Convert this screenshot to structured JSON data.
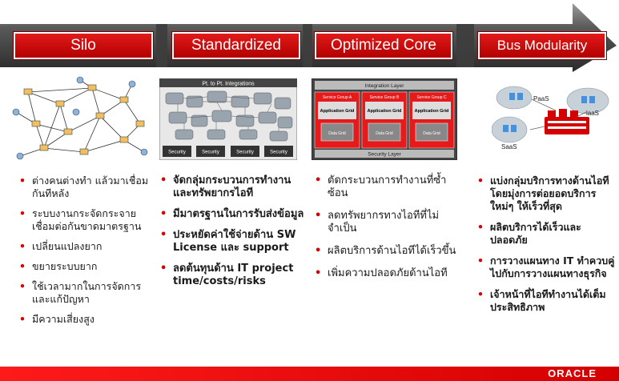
{
  "stages": [
    "Silo",
    "Standardized",
    "Optimized Core",
    "Bus Modularity"
  ],
  "illustrations": {
    "standardized": {
      "header": "Pt. to Pt. Integrations",
      "footer_labels": [
        "Security",
        "Security",
        "Security",
        "Security"
      ]
    },
    "optimized_core": {
      "integration_layer": "Integration Layer",
      "security_layer": "Security Layer",
      "groups": [
        {
          "label": "Service Group A",
          "grid": "Application Grid",
          "data": "Data Grid"
        },
        {
          "label": "Service Group B",
          "grid": "Application Grid",
          "data": "Data Grid"
        },
        {
          "label": "Service Group C",
          "grid": "Application Grid",
          "data": "Data Grid"
        }
      ]
    },
    "bus": {
      "labels": [
        "PaaS",
        "laaS",
        "SaaS"
      ]
    }
  },
  "columns": [
    [
      "ต่างคนต่างทำ แล้วมาเชื่อมกันทีหลัง",
      "ระบบงานกระจัดกระจาย เชื่อมต่อกันขาดมาตรฐาน",
      "เปลี่ยนแปลงยาก",
      "ขยายระบบยาก",
      "ใช้เวลามากในการจัดการ และแก้ปัญหา",
      "มีความเสี่ยงสูง"
    ],
    [
      "จัดกลุ่มกระบวนการทำงาน และทรัพยากรไอที",
      "มีมาตรฐานในการรับส่งข้อมูล",
      "ประหยัดค่าใช้จ่ายด้าน SW License และ support",
      "ลดต้นทุนด้าน IT project time/costs/risks"
    ],
    [
      "ตัดกระบวนการทำงานที่ซ้ำซ้อน",
      "ลดทรัพยากรทางไอทีที่ไม่จำเป็น",
      "ผลิตบริการด้านไอทีได้เร็วขึ้น",
      "เพิ่มความปลอดภัยด้านไอที"
    ],
    [
      "แบ่งกลุ่มบริการทางด้านไอทีโดยมุ่งการต่อยอดบริการใหม่ๆ ให้เร็วที่สุด",
      "ผลิตบริการได้เร็วและปลอดภัย",
      "การวางแผนทาง IT ทำควบคู่ไปกับการวางแผนทางธุรกิจ",
      "เจ้าหน้าที่ไอทีทำงานได้เต็มประสิทธิภาพ"
    ]
  ],
  "footer": {
    "logo": "ORACLE"
  },
  "colors": {
    "accent": "#d40000",
    "arrow": "#555555"
  }
}
